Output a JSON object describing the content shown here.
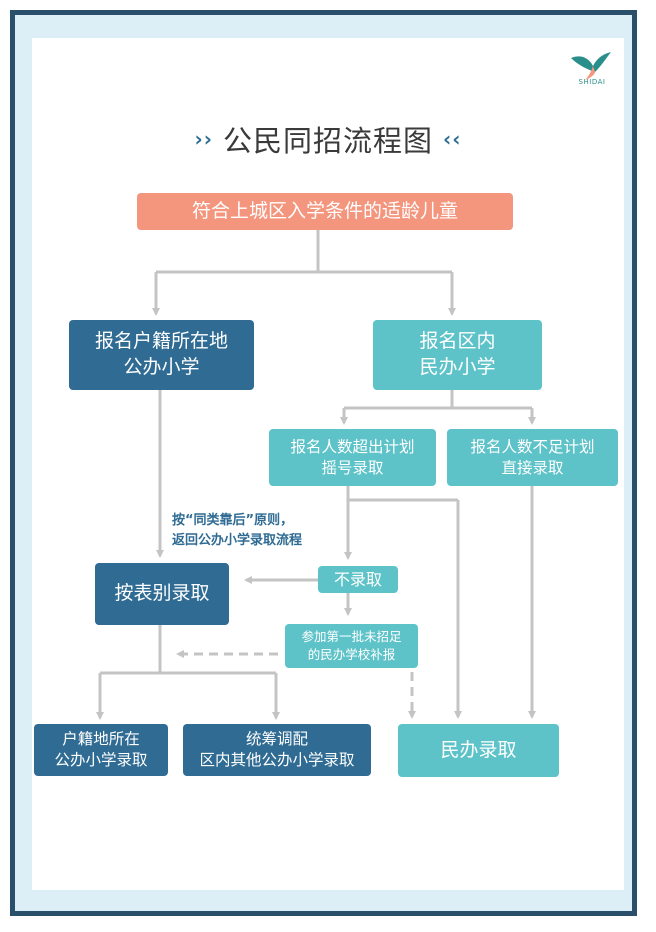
{
  "title": "公民同招流程图",
  "logo": {
    "text": "SHIDAI"
  },
  "colors": {
    "salmon": "#f4957d",
    "navy": "#2f6b93",
    "teal": "#5ec3c8",
    "line": "#c4c4c4",
    "frame": "#2a4f6b",
    "background": "#dceef6"
  },
  "nodes": {
    "eligible": "符合上城区入学条件的适龄儿童",
    "public_apply": {
      "line1": "报名户籍所在地",
      "line2": "公办小学"
    },
    "private_apply": {
      "line1": "报名区内",
      "line2": "民办小学"
    },
    "over_plan": {
      "line1": "报名人数超出计划",
      "line2": "摇号录取"
    },
    "under_plan": {
      "line1": "报名人数不足计划",
      "line2": "直接录取"
    },
    "by_category": "按表别录取",
    "not_admitted": "不录取",
    "supplementary": {
      "line1": "参加第一批未招足",
      "line2": "的民办学校补报"
    },
    "hukou_admit": {
      "line1": "户籍地所在",
      "line2": "公办小学录取"
    },
    "coordinated": {
      "line1": "统筹调配",
      "line2": "区内其他公办小学录取"
    },
    "private_admit": "民办录取"
  },
  "note": {
    "line1": "按“同类靠后”原则，",
    "line2": "返回公办小学录取流程"
  }
}
